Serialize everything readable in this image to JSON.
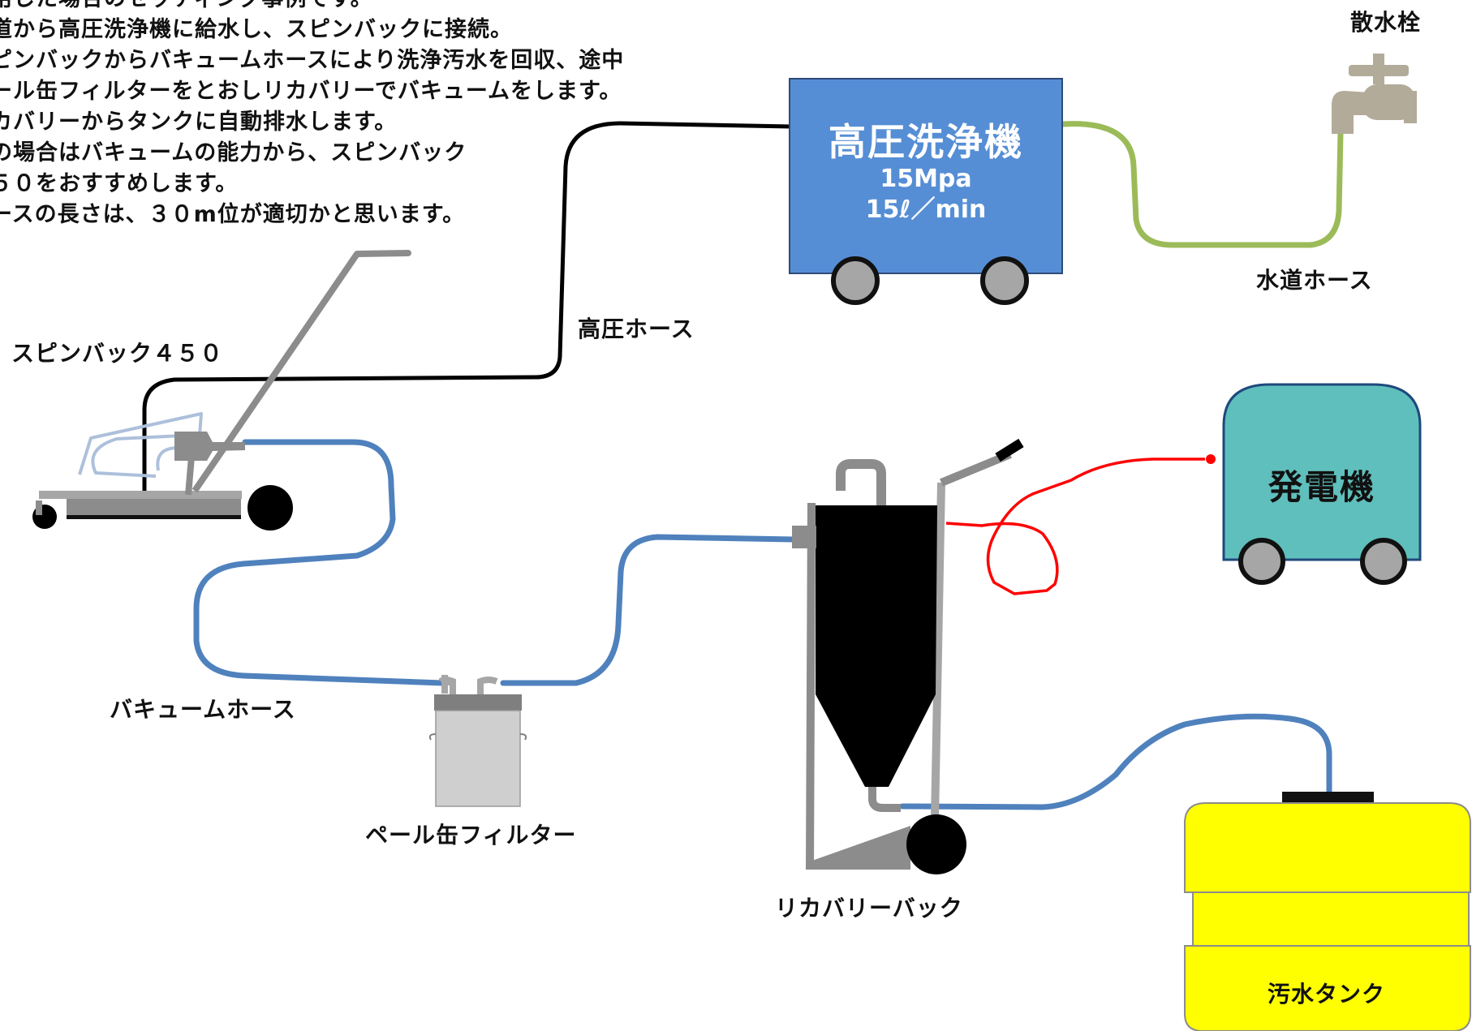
{
  "intro_lines": [
    "用した場合のセッティング事例です。",
    "道から高圧洗浄機に給水し、スピンバックに接続。",
    "ピンバックからバキュームホースにより洗浄汚水を回収、途中",
    "ール缶フィルターをとおしリカバリーでバキュームをします。",
    "カバリーからタンクに自動排水します。",
    "の場合はバキュームの能力から、スピンバック",
    "５０をおすすめします。",
    "ースの長さは、３０m位が適切かと思います。"
  ],
  "labels": {
    "hydrant": "散水栓",
    "washer_title": "高圧洗浄機",
    "washer_pressure": "15Mpa",
    "washer_flow": "15ℓ／min",
    "water_hose": "水道ホース",
    "high_pressure_hose": "高圧ホース",
    "spinvac": "スピンバック４５０",
    "generator": "発電機",
    "vacuum_hose": "バキュームホース",
    "pail_filter": "ペール缶フィルター",
    "recovery": "リカバリーバック",
    "waste_tank": "汚水タンク"
  },
  "colors": {
    "washer_body": "#558ed5",
    "generator_body": "#5fbfbc",
    "tank_body": "#ffff00",
    "water_hose": "#9bbb59",
    "vacuum_hose": "#4f81bd",
    "high_pressure_hose": "#000000",
    "power_cord": "#ff0000",
    "metal": "#8c8c8c",
    "wheel": "#a6a6a6"
  },
  "icons": [
    "faucet-icon",
    "pail-can-icon"
  ]
}
